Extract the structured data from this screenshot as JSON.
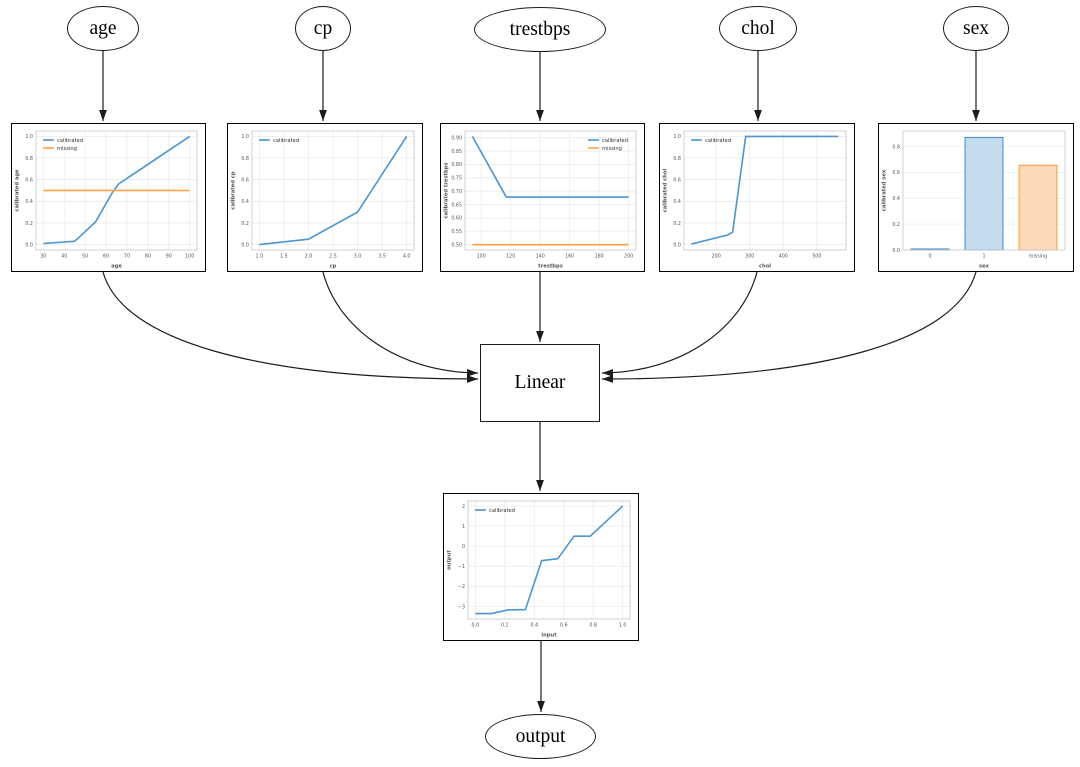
{
  "diagram": {
    "nodes": {
      "inputs": [
        "age",
        "cp",
        "trestbps",
        "chol",
        "sex"
      ],
      "combiner": "Linear",
      "output": "output"
    },
    "edges": [
      {
        "from": "age",
        "to": "calibrator:age"
      },
      {
        "from": "cp",
        "to": "calibrator:cp"
      },
      {
        "from": "trestbps",
        "to": "calibrator:trestbps"
      },
      {
        "from": "chol",
        "to": "calibrator:chol"
      },
      {
        "from": "sex",
        "to": "calibrator:sex"
      },
      {
        "from": "calibrator:age",
        "to": "Linear"
      },
      {
        "from": "calibrator:cp",
        "to": "Linear"
      },
      {
        "from": "calibrator:trestbps",
        "to": "Linear"
      },
      {
        "from": "calibrator:chol",
        "to": "Linear"
      },
      {
        "from": "calibrator:sex",
        "to": "Linear"
      },
      {
        "from": "Linear",
        "to": "calibrator:output"
      },
      {
        "from": "calibrator:output",
        "to": "output"
      }
    ]
  },
  "colors": {
    "calibrated_line": "#4a96d2",
    "missing_line": "#ffa046",
    "bar_fill_blue": "#c3dcf0",
    "bar_fill_orange": "#fcd9b8",
    "edge_black": "#1c1c1c"
  },
  "chart_data": [
    {
      "type": "line",
      "title": "",
      "xlabel": "age",
      "ylabel": "calibrated age",
      "xlim": [
        26.5,
        103.5
      ],
      "ylim": [
        -0.05,
        1.05
      ],
      "xticks": [
        "30",
        "40",
        "50",
        "60",
        "70",
        "80",
        "90",
        "100"
      ],
      "yticks": [
        "0.0",
        "0.2",
        "0.4",
        "0.6",
        "0.8",
        "1.0"
      ],
      "legend": "top-left",
      "grid": true,
      "series": [
        {
          "name": "calibrated",
          "color": "#4a96d2",
          "points": [
            [
              30,
              0.01
            ],
            [
              45,
              0.03
            ],
            [
              55,
              0.21
            ],
            [
              63,
              0.48
            ],
            [
              66,
              0.56
            ],
            [
              100,
              1.0
            ]
          ]
        },
        {
          "name": "missing",
          "color": "#ffa046",
          "points": [
            [
              30,
              0.5
            ],
            [
              100,
              0.5
            ]
          ]
        }
      ]
    },
    {
      "type": "line",
      "title": "",
      "xlabel": "cp",
      "ylabel": "calibrated cp",
      "xlim": [
        0.85,
        4.15
      ],
      "ylim": [
        -0.05,
        1.05
      ],
      "xticks": [
        "1.0",
        "1.5",
        "2.0",
        "2.5",
        "3.0",
        "3.5",
        "4.0"
      ],
      "yticks": [
        "0.0",
        "0.2",
        "0.4",
        "0.6",
        "0.8",
        "1.0"
      ],
      "legend": "top-left",
      "grid": true,
      "series": [
        {
          "name": "calibrated",
          "color": "#4a96d2",
          "points": [
            [
              1,
              0.0
            ],
            [
              2,
              0.05
            ],
            [
              3,
              0.3
            ],
            [
              4,
              1.0
            ]
          ]
        }
      ]
    },
    {
      "type": "line",
      "title": "",
      "xlabel": "trestbps",
      "ylabel": "calibrated trestbps",
      "xlim": [
        89,
        205
      ],
      "ylim": [
        0.48,
        0.925
      ],
      "xticks": [
        "100",
        "120",
        "140",
        "160",
        "180",
        "200"
      ],
      "yticks": [
        "0.50",
        "0.55",
        "0.60",
        "0.65",
        "0.70",
        "0.75",
        "0.80",
        "0.85",
        "0.90"
      ],
      "legend": "top-right",
      "grid": true,
      "series": [
        {
          "name": "calibrated",
          "color": "#4a96d2",
          "points": [
            [
              94,
              0.905
            ],
            [
              117,
              0.678
            ],
            [
              200,
              0.678
            ]
          ]
        },
        {
          "name": "missing",
          "color": "#ffa046",
          "points": [
            [
              94,
              0.5
            ],
            [
              200,
              0.5
            ]
          ]
        }
      ]
    },
    {
      "type": "line",
      "title": "",
      "xlabel": "chol",
      "ylabel": "calibrated chol",
      "xlim": [
        104,
        587
      ],
      "ylim": [
        -0.05,
        1.05
      ],
      "xticks": [
        "200",
        "300",
        "400",
        "500"
      ],
      "yticks": [
        "0.0",
        "0.2",
        "0.4",
        "0.6",
        "0.8",
        "1.0"
      ],
      "legend": "top-left",
      "grid": true,
      "series": [
        {
          "name": "calibrated",
          "color": "#4a96d2",
          "points": [
            [
              126,
              0.005
            ],
            [
              235,
              0.09
            ],
            [
              249,
              0.115
            ],
            [
              288,
              1.0
            ],
            [
              564,
              1.0
            ]
          ]
        }
      ]
    },
    {
      "type": "bar",
      "title": "",
      "xlabel": "sex",
      "ylabel": "calibrated sex",
      "ylim": [
        0,
        0.92
      ],
      "categories": [
        "0",
        "1",
        "missing"
      ],
      "values": [
        0.008,
        0.87,
        0.655
      ],
      "yticks": [
        "0.0",
        "0.2",
        "0.4",
        "0.6",
        "0.8"
      ],
      "bar_fills": [
        "#c3dcf0",
        "#c3dcf0",
        "#fcd9b8"
      ],
      "bar_strokes": [
        "#4a96d2",
        "#4a96d2",
        "#ffa046"
      ],
      "legend": null,
      "grid": true
    },
    {
      "type": "line",
      "title": "",
      "xlabel": "input",
      "ylabel": "output",
      "xlim": [
        -0.05,
        1.05
      ],
      "ylim": [
        -3.62,
        2.25
      ],
      "xticks": [
        "0.0",
        "0.2",
        "0.4",
        "0.6",
        "0.8",
        "1.0"
      ],
      "yticks": [
        "−3",
        "−2",
        "−1",
        "0",
        "1",
        "2"
      ],
      "legend": "top-left",
      "grid": true,
      "series": [
        {
          "name": "calibrated",
          "color": "#4a96d2",
          "points": [
            [
              0,
              -3.35
            ],
            [
              0.11,
              -3.35
            ],
            [
              0.22,
              -3.17
            ],
            [
              0.34,
              -3.15
            ],
            [
              0.45,
              -0.72
            ],
            [
              0.56,
              -0.62
            ],
            [
              0.67,
              0.5
            ],
            [
              0.78,
              0.5
            ],
            [
              1.0,
              2.0
            ]
          ]
        }
      ]
    }
  ]
}
